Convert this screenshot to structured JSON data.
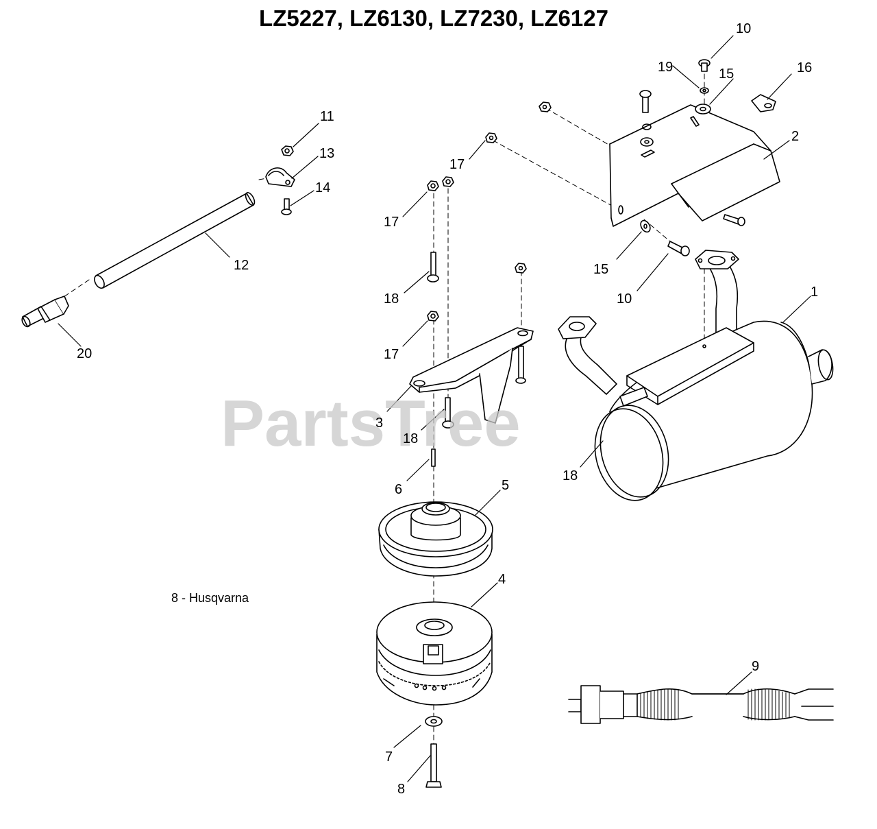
{
  "title": "LZ5227, LZ6130, LZ7230, LZ6127",
  "note": "8 - Husqvarna",
  "watermark": "PartsTree",
  "callouts": [
    {
      "id": "c10a",
      "label": "10"
    },
    {
      "id": "c19",
      "label": "19"
    },
    {
      "id": "c15a",
      "label": "15"
    },
    {
      "id": "c16",
      "label": "16"
    },
    {
      "id": "c2",
      "label": "2"
    },
    {
      "id": "c11",
      "label": "11"
    },
    {
      "id": "c13",
      "label": "13"
    },
    {
      "id": "c14",
      "label": "14"
    },
    {
      "id": "c12",
      "label": "12"
    },
    {
      "id": "c17a",
      "label": "17"
    },
    {
      "id": "c17b",
      "label": "17"
    },
    {
      "id": "c15b",
      "label": "15"
    },
    {
      "id": "c10b",
      "label": "10"
    },
    {
      "id": "c18a",
      "label": "18"
    },
    {
      "id": "c1",
      "label": "1"
    },
    {
      "id": "c20",
      "label": "20"
    },
    {
      "id": "c17c",
      "label": "17"
    },
    {
      "id": "c3",
      "label": "3"
    },
    {
      "id": "c18b",
      "label": "18"
    },
    {
      "id": "c18c",
      "label": "18"
    },
    {
      "id": "c6",
      "label": "6"
    },
    {
      "id": "c5",
      "label": "5"
    },
    {
      "id": "c4",
      "label": "4"
    },
    {
      "id": "c9",
      "label": "9"
    },
    {
      "id": "c7",
      "label": "7"
    },
    {
      "id": "c8",
      "label": "8"
    }
  ]
}
